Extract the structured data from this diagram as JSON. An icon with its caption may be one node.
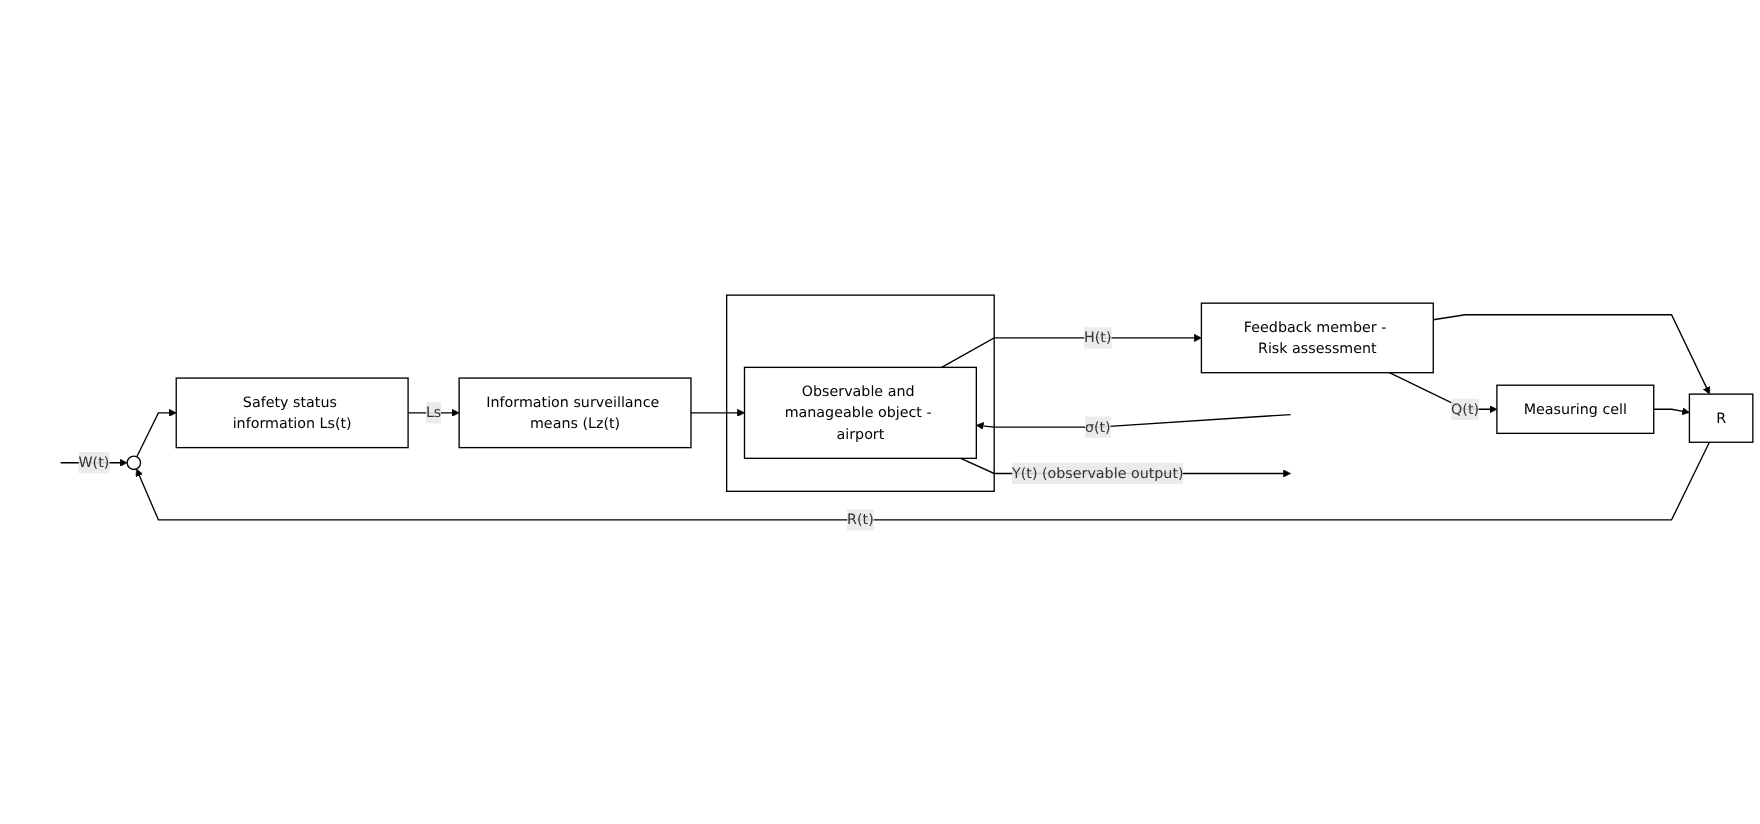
{
  "diagram": {
    "nodes": [
      {
        "text": [],
        "shape": "circle"
      },
      {
        "text": [
          "Safety status information Ls(t)"
        ]
      },
      {
        "text": [
          "Information surveillance means (Lz(t)"
        ]
      },
      {
        "text": [],
        "shape": "box"
      },
      {
        "text": [
          "Observable and manageable object - airport"
        ],
        "in": 3
      },
      {
        "text": [
          "Feedback member - Risk assessment"
        ]
      },
      {
        "text": [
          "R"
        ]
      },
      {
        "text": [
          "Measuring cell"
        ]
      }
    ],
    "edges": [
      {
        "from": null,
        "to": 0,
        "arrow": "to",
        "label": "W(t)"
      },
      {
        "from": 0,
        "to": 1,
        "arrow": "to"
      },
      {
        "from": 1,
        "to": 2,
        "arrow": "to",
        "label": "Ls"
      },
      {
        "from": 2,
        "to": 4,
        "arrow": "to"
      },
      {
        "from": null,
        "to": 4,
        "arrow": "to",
        "label": "σ(t)"
      },
      {
        "from": 4,
        "to": null,
        "arrow": "to",
        "label": "Y(t) (observable output)"
      },
      {
        "from": 4,
        "to": 5,
        "arrow": "to",
        "label": "H(t)"
      },
      {
        "from": 5,
        "to": 6,
        "arrow": "to"
      },
      {
        "from": 5,
        "to": 7,
        "arrow": "to",
        "label": "Q(t)"
      },
      {
        "from": 7,
        "to": 6,
        "arrow": "to"
      },
      {
        "from": 6,
        "to": 0,
        "arrow": "to",
        "label": "R(t)"
      }
    ]
  }
}
